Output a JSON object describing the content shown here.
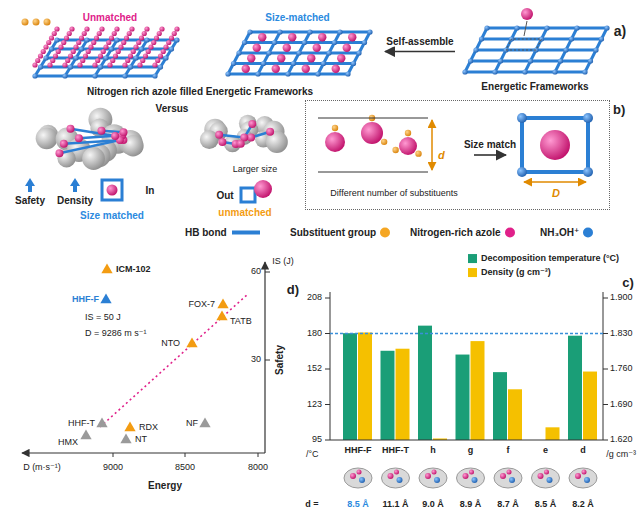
{
  "diagram": {
    "nodes": [
      {
        "text": [
          "Energetic Frameworks"
        ]
      },
      {
        "text": [
          "Nitrogen rich azole filled Energetic Frameworks"
        ]
      },
      {
        "text": [
          "Unmatched"
        ],
        "in": 1
      },
      {
        "text": [
          "Size-matched"
        ],
        "in": 1
      },
      {
        "text": [
          "b)"
        ]
      },
      {
        "text": [
          "Different number of substituents",
          "d"
        ],
        "in": 4
      },
      {
        "text": [
          "D"
        ],
        "in": 4
      }
    ],
    "edges": [
      {
        "from": 0,
        "to": 1,
        "label": "Self-assemble",
        "arrow": "to"
      },
      {
        "from": 5,
        "to": 6,
        "label": "Size match",
        "arrow": "to"
      }
    ],
    "labels": [
      "a)",
      "Versus",
      "Larger size",
      "Out",
      "unmatched",
      "In",
      "Size matched",
      "Density",
      "Safety",
      "d)",
      "IS (J)",
      "60",
      "30",
      "Safety",
      "Energy",
      "8000",
      "8500",
      "9000",
      "D (m·s⁻¹)",
      "ICM-102",
      "HHF-F",
      "IS = 50 J",
      "D = 9286 m s⁻¹",
      "FOX-7",
      "TATB",
      "NTO",
      "HHF-T",
      "HMX",
      "RDX",
      "NT",
      "NF",
      "c)",
      "208",
      "180",
      "152",
      "123",
      "95",
      "1.900",
      "1.830",
      "1.760",
      "1.690",
      "1.620",
      "/°C",
      "/g cm⁻³",
      "HHF-F",
      "HHF-T",
      "h",
      "g",
      "f",
      "e",
      "d",
      "8.5 Å",
      "11.1 Å",
      "9.0 Å",
      "8.9 Å",
      "8.7 Å",
      "8.5 Å",
      "8.2 Å",
      "d ="
    ],
    "legend": [
      {
        "text": "NH₃OH⁺",
        "color": "#2b7fd4"
      },
      {
        "text": "Nitrogen-rich azole",
        "color": "#e0218a"
      },
      {
        "text": "Substituent group",
        "color": "#f5a623"
      },
      {
        "text": "HB bond"
      },
      {
        "text": "Decomposition temperature (°C)",
        "color": "#1a9e77"
      },
      {
        "text": "Density (g cm⁻³)",
        "color": "#f5c000"
      }
    ]
  }
}
